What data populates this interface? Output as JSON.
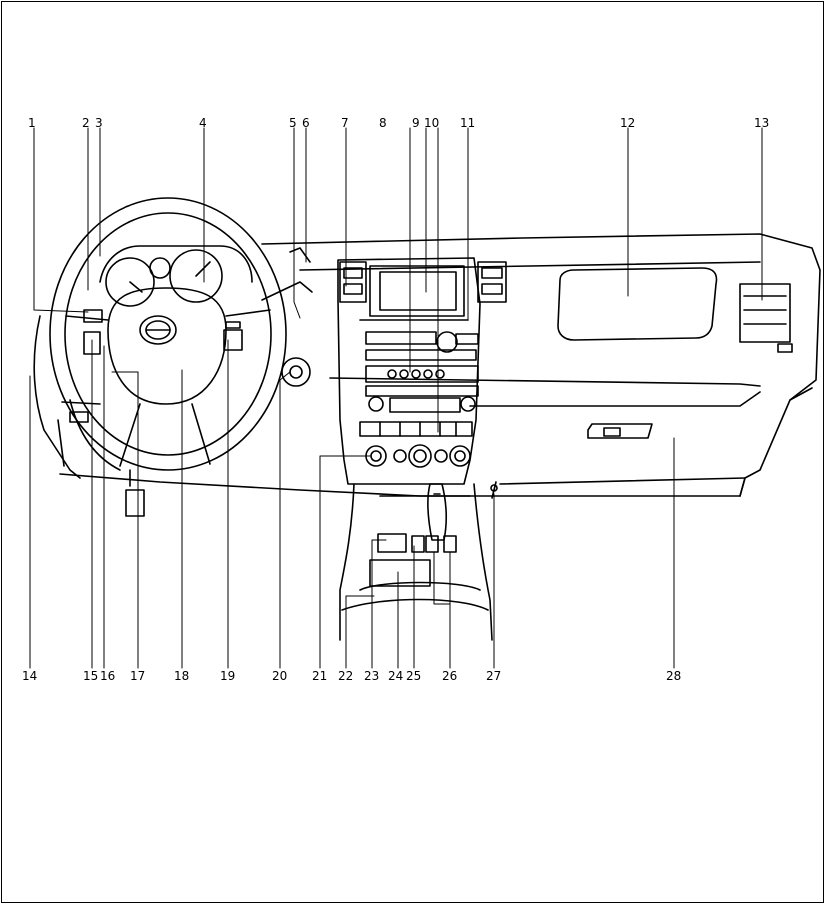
{
  "diagram": {
    "top_callouts": [
      "1",
      "2",
      "3",
      "4",
      "5",
      "6",
      "7",
      "8",
      "9",
      "10",
      "11",
      "12",
      "13"
    ],
    "bottom_callouts": [
      "14",
      "15",
      "16",
      "17",
      "18",
      "19",
      "20",
      "21",
      "22",
      "23",
      "24",
      "25",
      "26",
      "27",
      "28"
    ]
  }
}
